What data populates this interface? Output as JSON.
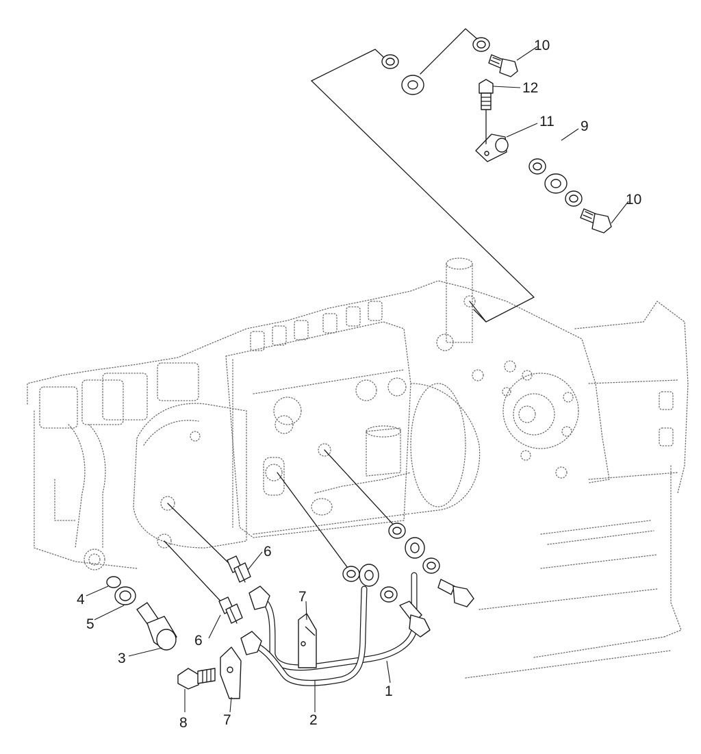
{
  "callouts": {
    "c1": "1",
    "c2": "2",
    "c3": "3",
    "c4": "4",
    "c5": "5",
    "c6a": "6",
    "c6b": "6",
    "c7a": "7",
    "c7b": "7",
    "c8": "8",
    "c9": "9",
    "c10a": "10",
    "c10b": "10",
    "c11": "11",
    "c12": "12"
  }
}
